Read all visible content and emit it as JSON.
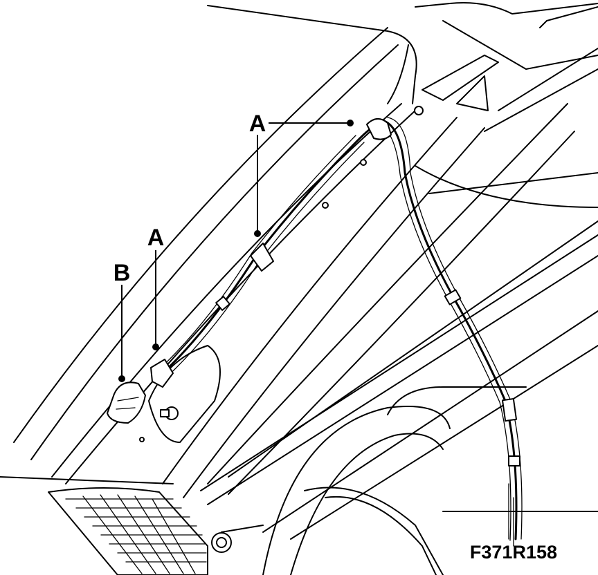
{
  "callouts": {
    "a_upper": "A",
    "a_lower": "A",
    "b": "B"
  },
  "figure_id": "F371R158"
}
